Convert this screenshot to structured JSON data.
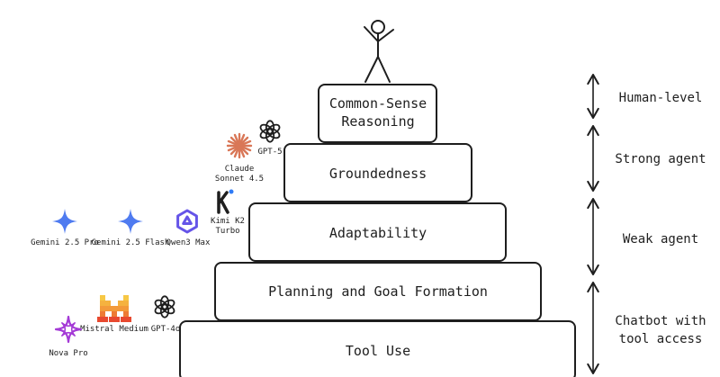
{
  "pyramid": {
    "levels": [
      {
        "label": "Tool Use"
      },
      {
        "label": "Planning and Goal Formation"
      },
      {
        "label": "Adaptability"
      },
      {
        "label": "Groundedness"
      },
      {
        "label": "Common-Sense Reasoning"
      }
    ]
  },
  "tiers": [
    {
      "label": "Human-level"
    },
    {
      "label": "Strong agent"
    },
    {
      "label": "Weak agent"
    },
    {
      "label": "Chatbot with tool access"
    }
  ],
  "models": {
    "nova_pro": "Nova Pro",
    "mistral_medium": "Mistral Medium",
    "gpt_4o": "GPT-4o",
    "gemini_25_pro": "Gemini 2.5 Pro",
    "gemini_25_flash": "Gemini 2.5 Flash",
    "qwen3_max": "Qwen3 Max",
    "kimi_k2_turbo": "Kimi K2 Turbo",
    "claude_sonnet_45": "Claude Sonnet 4.5",
    "gpt_5": "GPT-5"
  },
  "colors": {
    "ink": "#1e1e1e",
    "gemini": "#4f7bf0",
    "mistral_top": "#f7c845",
    "mistral_mid": "#f39a3a",
    "mistral_bottom": "#e8492f",
    "claude": "#d97757",
    "nova": "#a43ad6",
    "qwen": "#6554e8",
    "kimi_dot": "#2f7bf6"
  },
  "icons": [
    "stick-figure-icon",
    "openai-icon",
    "claude-icon",
    "kimi-icon",
    "qwen-icon",
    "gemini-icon",
    "mistral-icon",
    "nova-icon",
    "double-arrow-icon"
  ]
}
